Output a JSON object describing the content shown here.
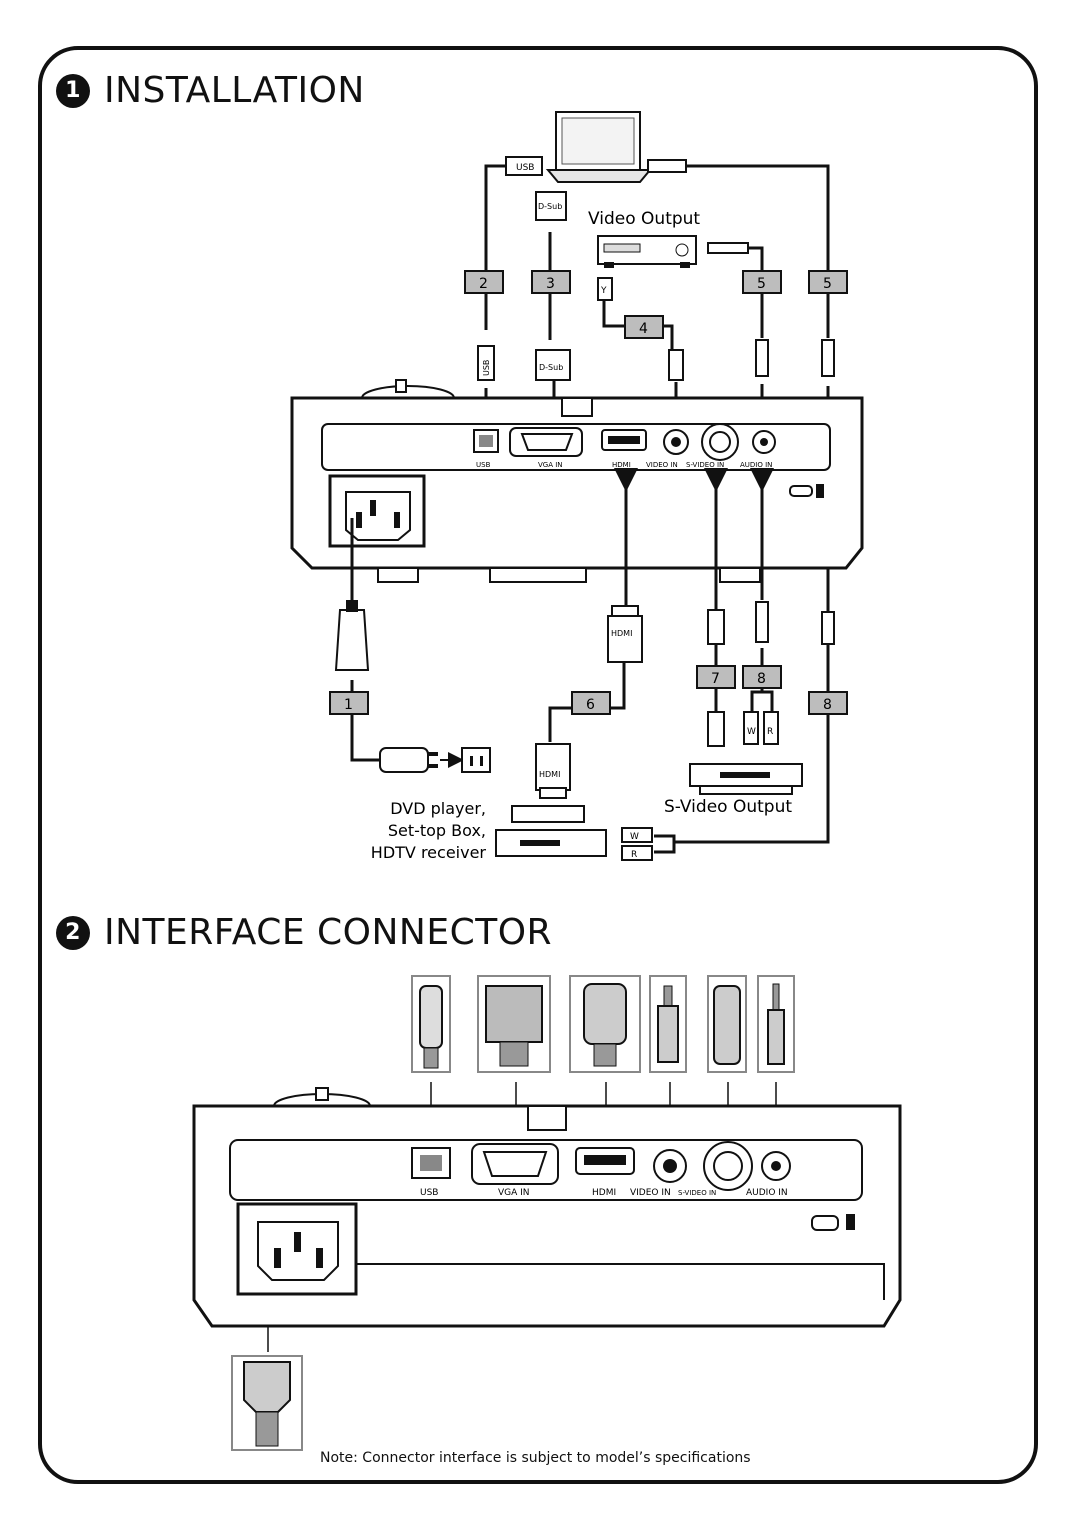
{
  "sections": {
    "installation": {
      "number": "1",
      "title": "INSTALLATION"
    },
    "interface": {
      "number": "2",
      "title": "INTERFACE CONNECTOR"
    }
  },
  "sources": {
    "video_output": "Video Output",
    "svideo_output": "S-Video Output",
    "dvd_line1": "DVD player,",
    "dvd_line2": "Set-top Box,",
    "dvd_line3": "HDTV receiver"
  },
  "plugs": {
    "usb": "USB",
    "dsub": "D-Sub",
    "hdmi": "HDMI",
    "y": "Y",
    "w": "W",
    "r": "R"
  },
  "cable_numbers": [
    "1",
    "2",
    "3",
    "4",
    "5",
    "5",
    "6",
    "7",
    "8",
    "8"
  ],
  "ports": {
    "usb": "USB",
    "vga_in": "VGA IN",
    "hdmi": "HDMI",
    "video_in": "VIDEO IN",
    "svideo_in": "S-VIDEO IN",
    "audio_in": "AUDIO IN"
  },
  "note": "Note: Connector interface is subject to model’s specifications"
}
